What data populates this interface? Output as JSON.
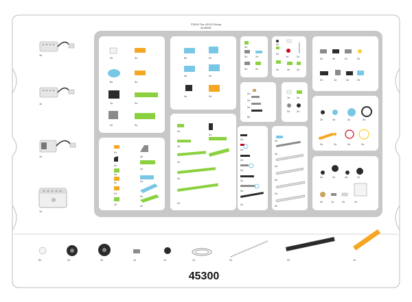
{
  "header": {
    "line1": "©2016 The LEGO Group",
    "line2": "6145252"
  },
  "set_number": "45300",
  "colors": {
    "tray_gray": "#c8c8c8",
    "border": "#bdbdbd",
    "orange": "#f5a623",
    "lime": "#8bd13f",
    "light_blue": "#78c7e6",
    "dark": "#2b2b2b",
    "medium_gray": "#8a8a8a",
    "light_gray": "#d9d9d9",
    "white": "#f4f4f4",
    "red": "#d0021b",
    "yellow": "#f8d12f",
    "tan": "#c9a35f"
  },
  "labels": {
    "one": "1x",
    "two": "2x",
    "four": "4x",
    "six": "6x",
    "eight": "8x"
  },
  "icons": [
    "motor-icon",
    "tilt-sensor-icon",
    "motion-sensor-icon",
    "smarthub-icon",
    "wheel-icon",
    "tire-icon",
    "chain-icon",
    "gear-icon",
    "belt-icon"
  ]
}
